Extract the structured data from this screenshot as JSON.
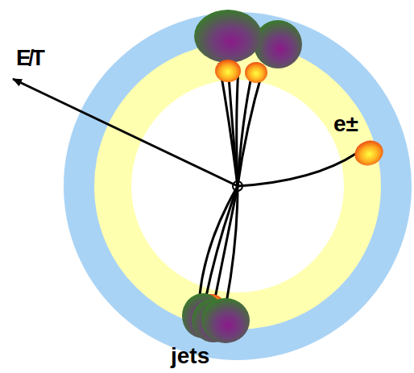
{
  "diagram": {
    "labels": [
      "E̸T",
      "e±",
      "jets"
    ]
  }
}
